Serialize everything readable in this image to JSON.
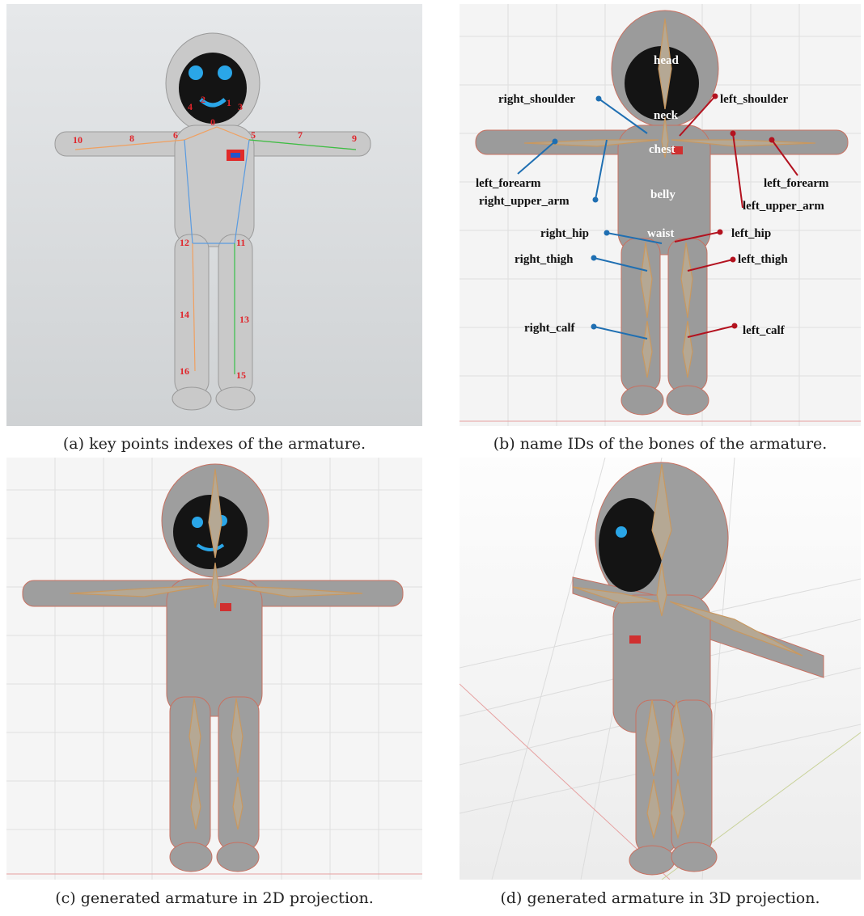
{
  "panels": {
    "a": {
      "caption": "(a) key points indexes of the armature.",
      "keypoints": [
        "0",
        "1",
        "2",
        "3",
        "4",
        "5",
        "6",
        "7",
        "8",
        "9",
        "10",
        "11",
        "12",
        "13",
        "14",
        "15",
        "16"
      ]
    },
    "b": {
      "caption": "(b) name IDs of the bones of the armature.",
      "center_labels": [
        "head",
        "neck",
        "chest",
        "belly",
        "waist"
      ],
      "right_labels": [
        "right_shoulder",
        "left_forearm",
        "right_upper_arm",
        "right_hip",
        "right_thigh",
        "right_calf"
      ],
      "left_labels": [
        "left_shoulder",
        "left_forearm",
        "left_upper_arm",
        "left_hip",
        "left_thigh",
        "left_calf"
      ]
    },
    "c": {
      "caption": "(c) generated armature in 2D projection."
    },
    "d": {
      "caption": "(d) generated armature in 3D projection."
    }
  },
  "colors": {
    "leader_blue": "#1f6fb2",
    "leader_red": "#b3121f",
    "keypoint_red": "#e0252b",
    "bone_orange": "#d8a06a"
  }
}
